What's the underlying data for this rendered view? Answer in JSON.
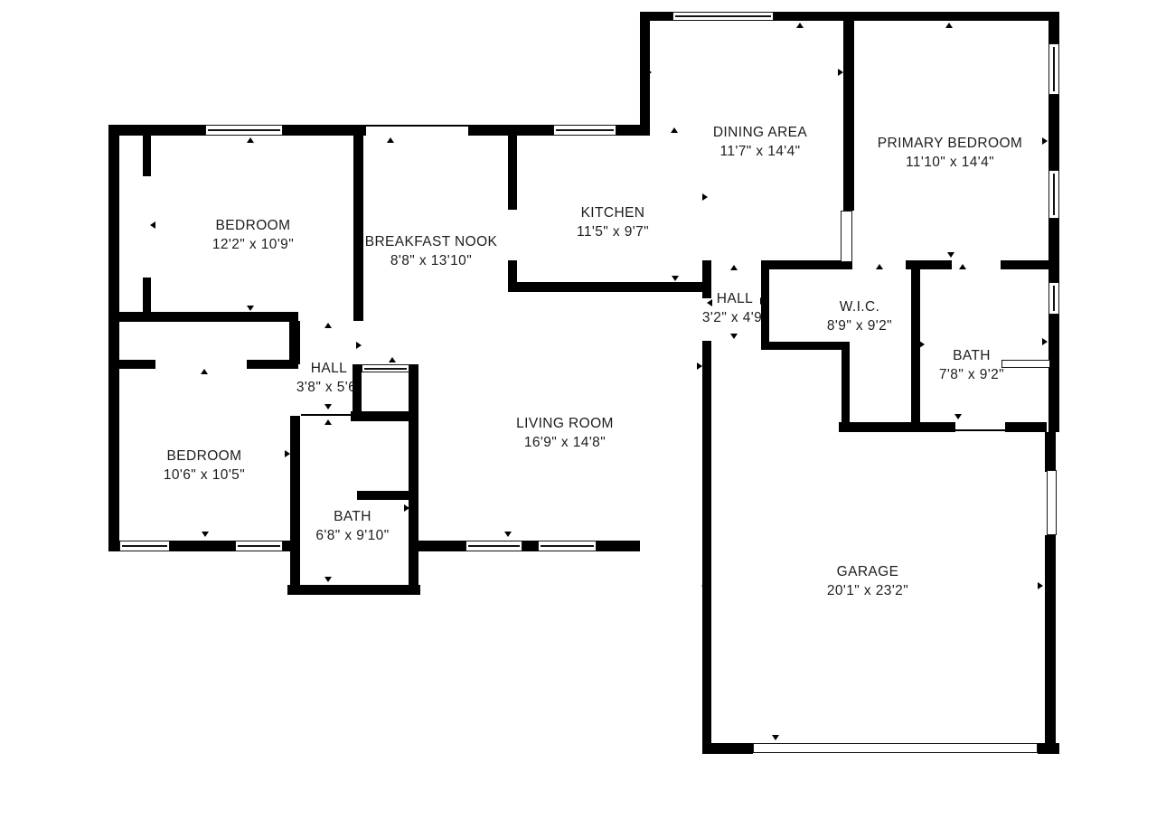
{
  "floorplan": {
    "type": "residential-floor-plan",
    "colors": {
      "wall": "#000000",
      "background": "#ffffff",
      "text": "#1d1d1d"
    },
    "rooms": [
      {
        "id": "bedroom-upper-left",
        "name": "BEDROOM",
        "dims": "12'2\" x 10'9\""
      },
      {
        "id": "breakfast-nook",
        "name": "BREAKFAST NOOK",
        "dims": "8'8\" x 13'10\""
      },
      {
        "id": "kitchen",
        "name": "KITCHEN",
        "dims": "11'5\" x 9'7\""
      },
      {
        "id": "dining-area",
        "name": "DINING AREA",
        "dims": "11'7\" x 14'4\""
      },
      {
        "id": "primary-bedroom",
        "name": "PRIMARY BEDROOM",
        "dims": "11'10\" x 14'4\""
      },
      {
        "id": "hall-right",
        "name": "HALL",
        "dims": "3'2\" x 4'9\""
      },
      {
        "id": "walk-in-closet",
        "name": "W.I.C.",
        "dims": "8'9\" x 9'2\""
      },
      {
        "id": "bath-primary",
        "name": "BATH",
        "dims": "7'8\" x 9'2\""
      },
      {
        "id": "hall-left",
        "name": "HALL",
        "dims": "3'8\" x 5'6\""
      },
      {
        "id": "bedroom-lower-left",
        "name": "BEDROOM",
        "dims": "10'6\" x 10'5\""
      },
      {
        "id": "living-room",
        "name": "LIVING ROOM",
        "dims": "16'9\" x 14'8\""
      },
      {
        "id": "bath-hall",
        "name": "BATH",
        "dims": "6'8\" x 9'10\""
      },
      {
        "id": "garage",
        "name": "GARAGE",
        "dims": "20'1\" x 23'2\""
      }
    ]
  }
}
